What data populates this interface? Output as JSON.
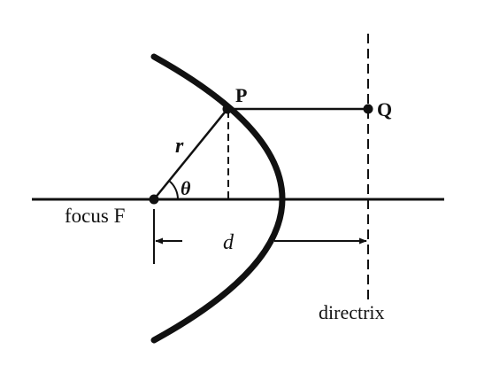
{
  "labels": {
    "point_p": "P",
    "point_q": "Q",
    "radius": "r",
    "angle": "θ",
    "focus": "focus F",
    "distance": "d",
    "directrix": "directrix"
  },
  "colors": {
    "ink": "#111111",
    "background": "#ffffff"
  }
}
